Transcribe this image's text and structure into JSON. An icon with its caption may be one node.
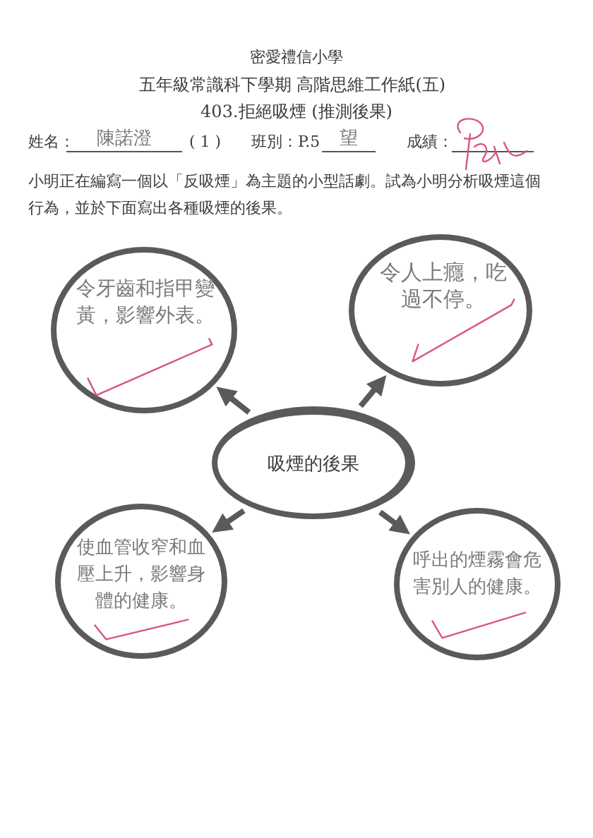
{
  "diagram": {
    "nodes": [
      {
        "text": [
          "令牙齒和指甲變黃，影響外表。"
        ]
      },
      {
        "text": [
          "令人上癮，吃過不停。"
        ]
      },
      {
        "text": [
          "吸煙的後果"
        ]
      },
      {
        "text": [
          "使血管收窄和血壓上升，影響身體的健康。"
        ]
      },
      {
        "text": [
          "呼出的煙霧會危害別人的健康。"
        ]
      }
    ],
    "edges": [
      {
        "from": 2,
        "to": 0,
        "arrow": "to"
      },
      {
        "from": 2,
        "to": 1,
        "arrow": "to"
      },
      {
        "from": 2,
        "to": 3,
        "arrow": "to"
      },
      {
        "from": 2,
        "to": 4,
        "arrow": "to"
      }
    ],
    "labels": [
      "密愛禮信小學",
      "五年級常識科下學期 高階思維工作紙(五)",
      "403.拒絕吸煙 (推測後果)",
      "姓名：",
      "陳諾澄",
      "( 1 )",
      "班別：P.5",
      "望",
      "成績：",
      "小明正在編寫一個以「反吸煙」為主題的小型話劇。試為小明分析吸煙這個行為，並於下面寫出各種吸煙的後果。"
    ]
  }
}
